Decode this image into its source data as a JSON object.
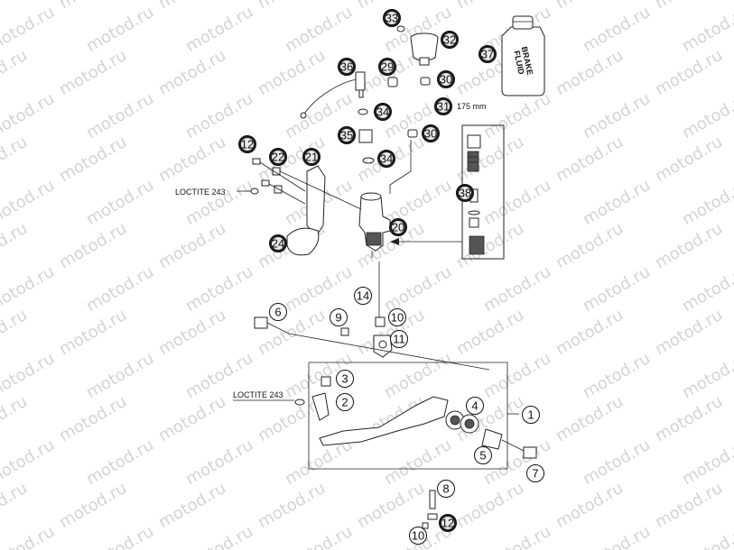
{
  "watermark": "motod.ru",
  "labels": {
    "loctite_top": "LOCTITE 243",
    "loctite_bottom": "LOCTITE 243",
    "hose_length": "175 mm",
    "bottle_line1": "BRAKE",
    "bottle_line2": "FLUID"
  },
  "callouts": {
    "c1": "1",
    "c2": "2",
    "c3": "3",
    "c4": "4",
    "c5": "5",
    "c6": "6",
    "c7": "7",
    "c8": "8",
    "c9": "9",
    "c10a": "10",
    "c10b": "10",
    "c11": "11",
    "c12a": "12",
    "c12b": "12",
    "c14": "14",
    "c20": "20",
    "c21": "21",
    "c22": "22",
    "c24": "24",
    "c29": "29",
    "c30a": "30",
    "c30b": "30",
    "c31": "31",
    "c32": "32",
    "c33": "33",
    "c34a": "34",
    "c34b": "34",
    "c35": "35",
    "c36": "36",
    "c37": "37",
    "c38": "38"
  }
}
